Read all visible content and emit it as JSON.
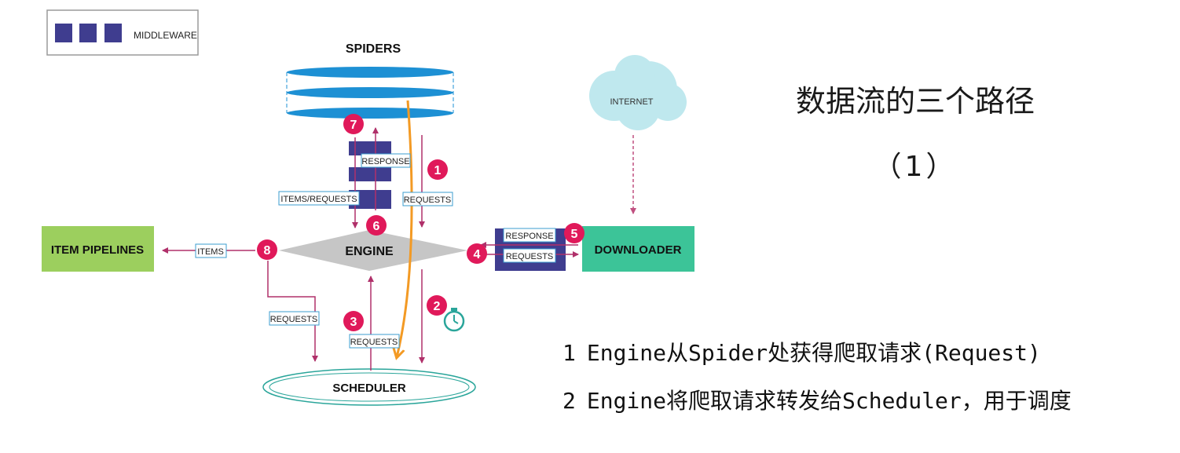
{
  "legend": {
    "label": "MIDDLEWARE",
    "swatch_color": "#3f3d8f"
  },
  "components": {
    "spiders": "SPIDERS",
    "internet": "INTERNET",
    "engine": "ENGINE",
    "item_pipelines": "ITEM PIPELINES",
    "downloader": "DOWNLOADER",
    "scheduler": "SCHEDULER"
  },
  "flow_labels": {
    "response_top": "RESPONSE",
    "items_requests": "ITEMS/REQUESTS",
    "requests_right": "REQUESTS",
    "items": "ITEMS",
    "response_dl": "RESPONSE",
    "requests_dl": "REQUESTS",
    "requests_left": "REQUESTS",
    "requests_bottom": "REQUESTS"
  },
  "step_badges": [
    "1",
    "2",
    "3",
    "4",
    "5",
    "6",
    "7",
    "8"
  ],
  "colors": {
    "arrow": "#b0306a",
    "badge": "#e0195a",
    "highlight": "#f39a24",
    "spiders": "#1d90d4",
    "pipelines": "#9ccf5e",
    "downloader": "#3cc498",
    "internet": "#bfe8ee",
    "engine": "#c6c6c6",
    "label_border": "#3b9ccf",
    "timer": "#2aa59a"
  },
  "slide": {
    "title": "数据流的三个路径",
    "subtitle": "（1）"
  },
  "steps": [
    {
      "num": "1",
      "text": "Engine从Spider处获得爬取请求(Request)"
    },
    {
      "num": "2",
      "text": "Engine将爬取请求转发给Scheduler，用于调度"
    }
  ]
}
